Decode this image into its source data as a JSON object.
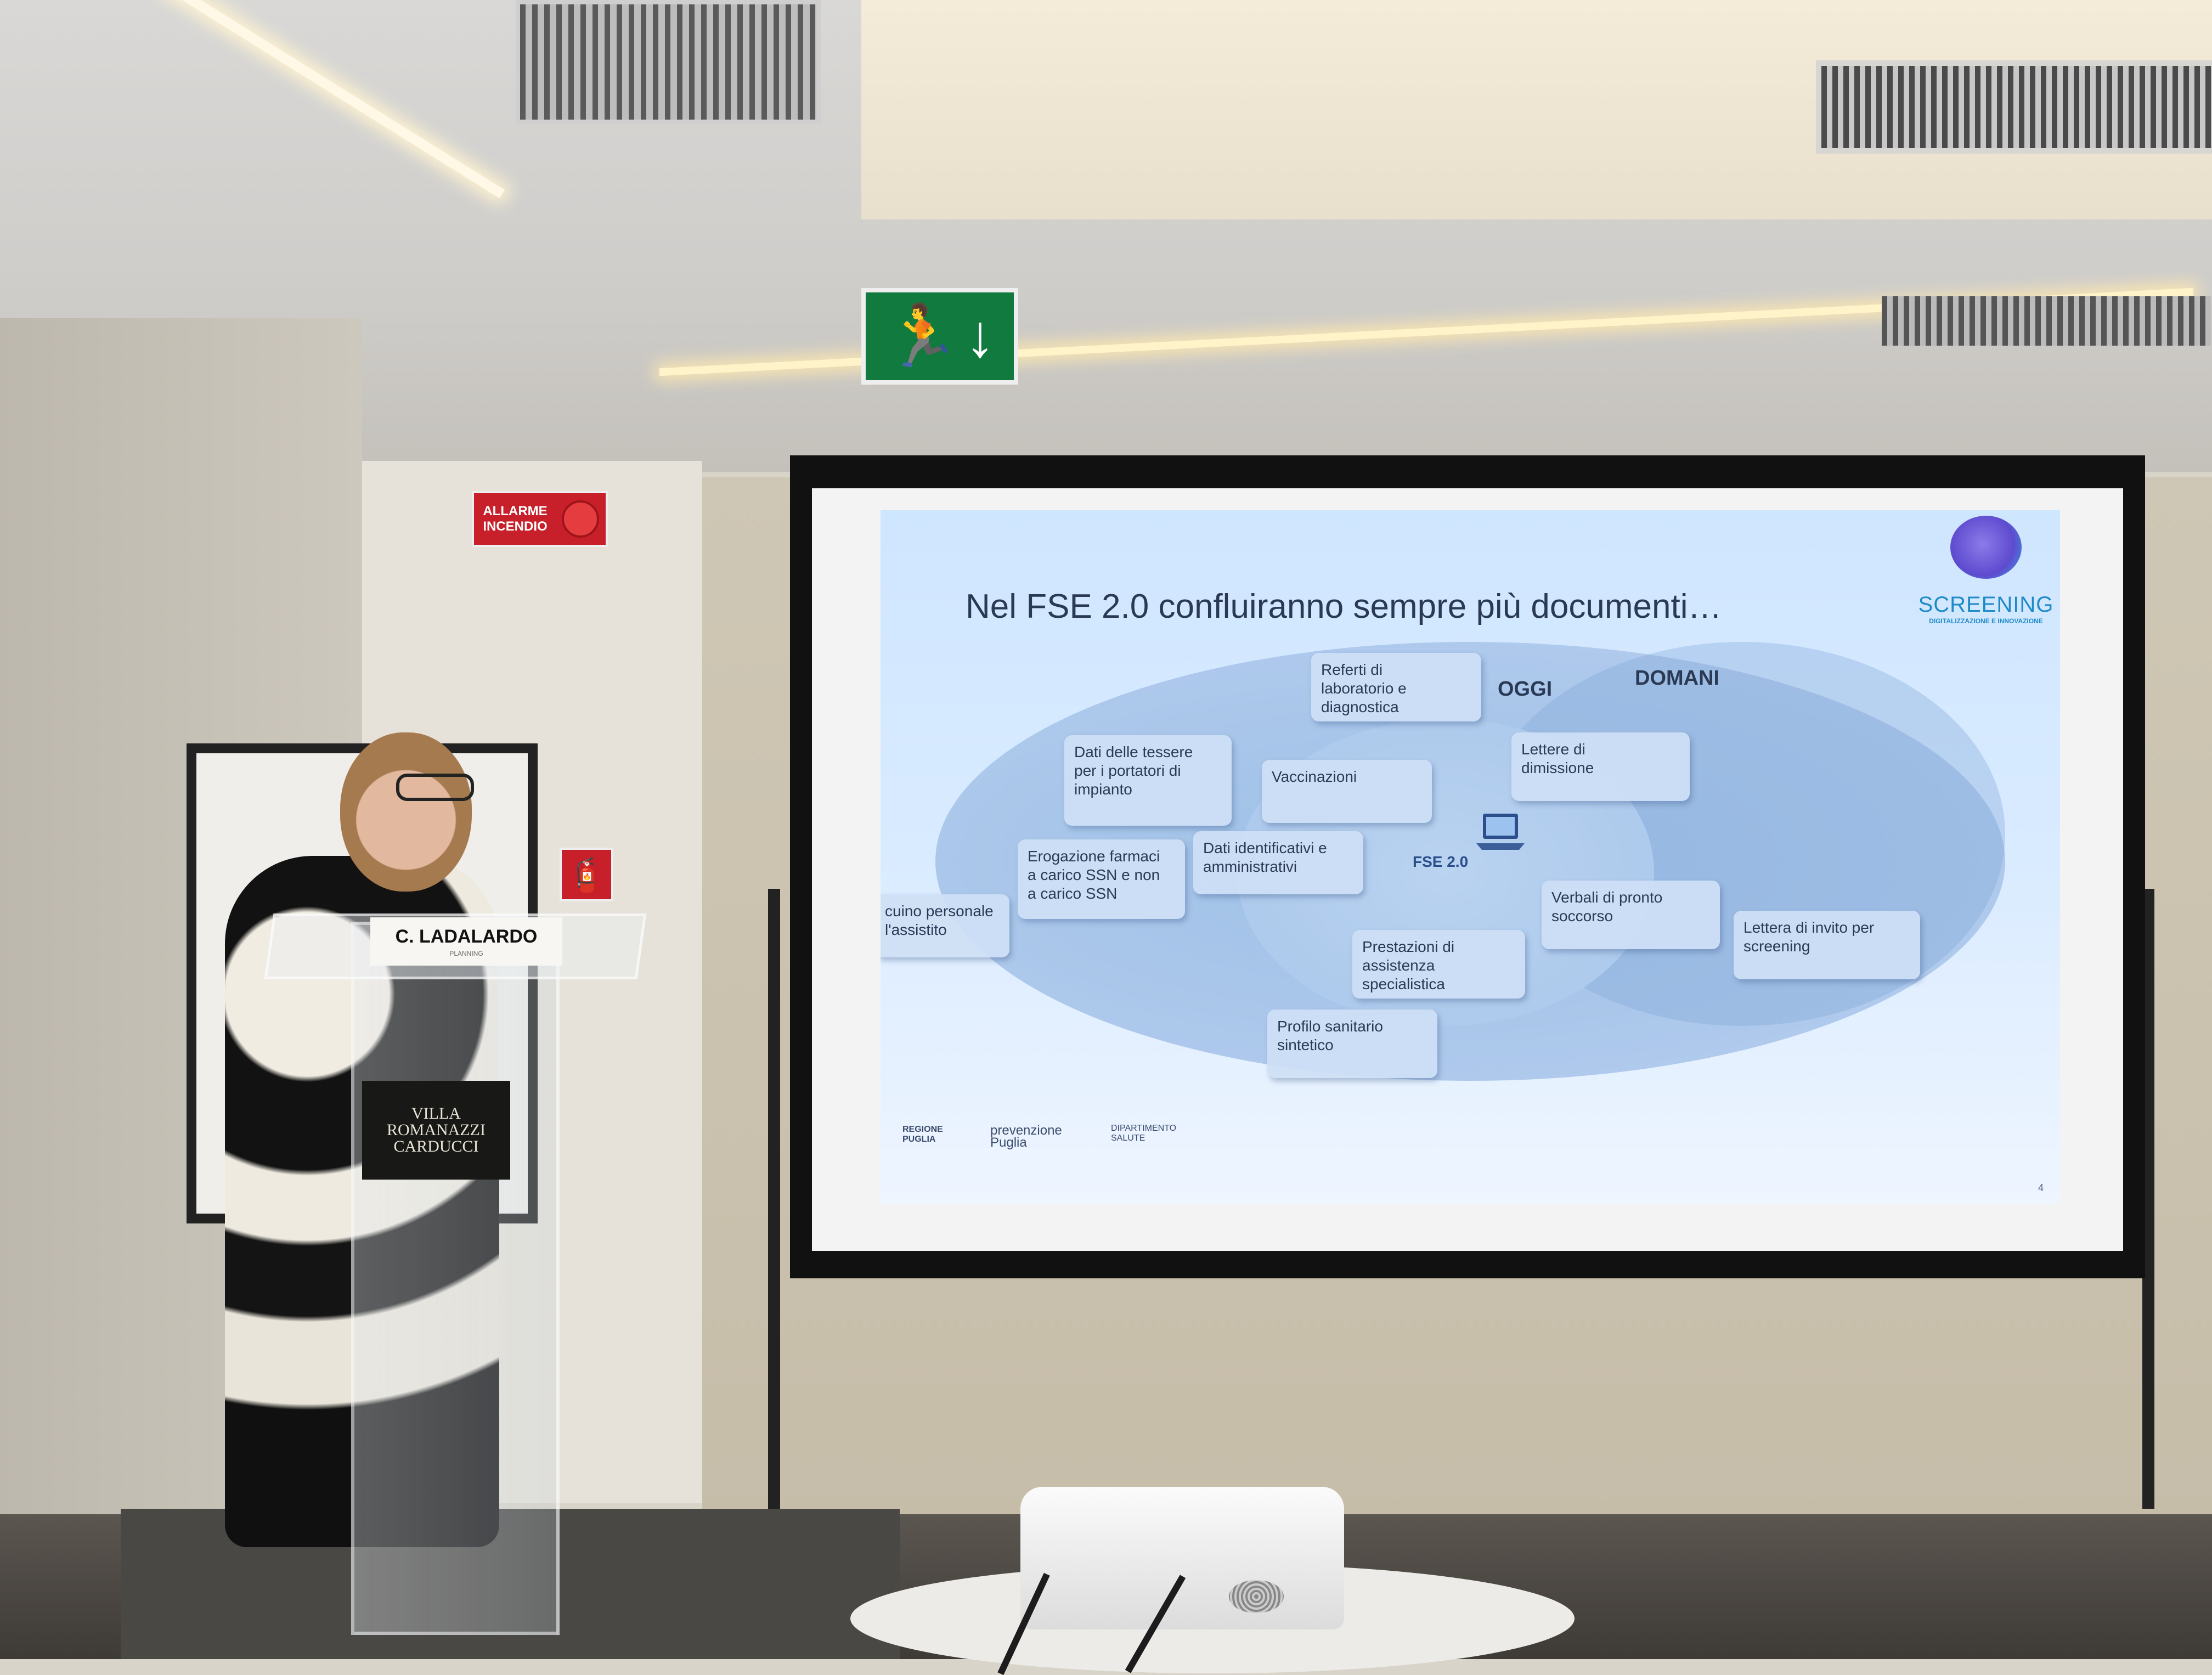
{
  "room": {
    "fire_alarm": "ALLARME\nINCENDIO",
    "exit_sign_icons": [
      "running-man-icon",
      "arrow-down-icon"
    ],
    "colors": {
      "exit_green": "#117a3f",
      "alarm_red": "#c8202a",
      "screen_blue": "#cfe6ff"
    }
  },
  "slide": {
    "title": "Nel FSE 2.0 confluiranno sempre più documenti…",
    "logo": {
      "name": "SCREENING",
      "subtitle": "DIGITALIZZAZIONE E INNOVAZIONE"
    },
    "labels": {
      "oggi": "OGGI",
      "domani": "DOMANI",
      "fse": "FSE 2.0"
    },
    "boxes": [
      "Referti di\nlaboratorio e\ndiagnostica",
      "Dati delle tessere\nper i portatori di\nimpianto",
      "Vaccinazioni",
      "Lettere di\ndimissione",
      "Erogazione farmaci\na carico SSN e non\na carico SSN",
      "Dati identificativi e\namministrativi",
      "cuino personale\nl'assistito",
      "Verbali di pronto\nsoccorso",
      "Lettera di invito per\nscreening",
      "Prestazioni di\nassistenza\nspecialistica",
      "Profilo sanitario\nsintetico"
    ],
    "footer_logos": [
      "REGIONE\nPUGLIA",
      "prevenzione\nPuglia",
      "DIPARTIMENTO\nSALUTE"
    ],
    "page_number": "4"
  },
  "podium": {
    "name_card": "C. LADALARDO",
    "name_card_sub": "PLANNING",
    "plate": "VILLA\nROMANAZZI\nCARDUCCI"
  }
}
